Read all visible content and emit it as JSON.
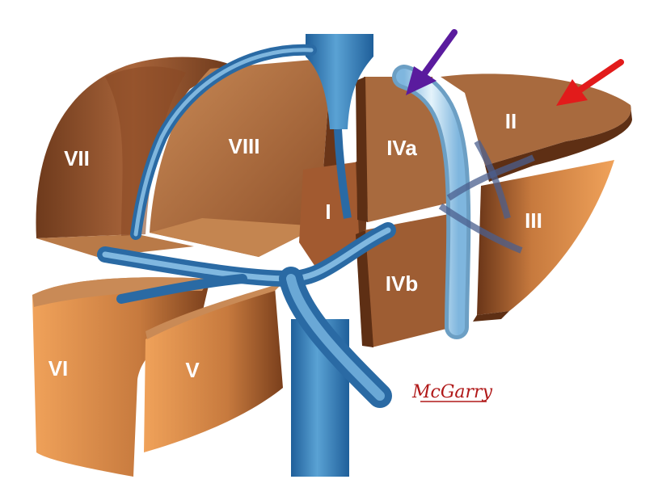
{
  "diagram": {
    "segments": {
      "seg_1": "I",
      "seg_2": "II",
      "seg_3": "III",
      "seg_4a": "IVa",
      "seg_4b": "IVb",
      "seg_5": "V",
      "seg_6": "VI",
      "seg_7": "VII",
      "seg_8": "VIII"
    },
    "signature": "McGarry"
  },
  "colors": {
    "liver_light": "#c98a56",
    "liver_mid": "#a8643a",
    "liver_dark": "#6e3a1c",
    "liver_orange": "#e0904a",
    "vessel_dark": "#1f5f9a",
    "vessel_mid": "#4c92c8",
    "vessel_light": "#b8dcf0",
    "arrow_purple": "#5a1b9e",
    "arrow_red": "#e21b1b",
    "signature_red": "#b01818"
  }
}
